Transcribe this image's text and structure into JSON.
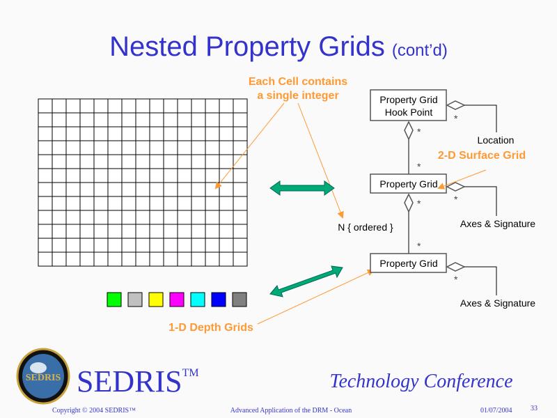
{
  "title": {
    "main": "Nested Property Grids",
    "sub": "(cont’d)"
  },
  "annotations": {
    "cell_line1": "Each Cell contains",
    "cell_line2": "a single integer",
    "surface": "2-D Surface Grid",
    "depth": "1-D Depth Grids"
  },
  "uml": {
    "hook_line1": "Property Grid",
    "hook_line2": "Hook Point",
    "grid_mid": "Property Grid",
    "grid_bottom": "Property Grid",
    "location": "Location",
    "axes1": "Axes & Signature",
    "axes2": "Axes & Signature",
    "ordered": "N { ordered }",
    "star": "*"
  },
  "depth_colors": [
    "#00ff00",
    "#c0c0c0",
    "#ffff00",
    "#ff00ff",
    "#00ffff",
    "#0000ff",
    "#808080"
  ],
  "accent": {
    "title": "#3333cc",
    "annotation": "#ff9933",
    "arrow": "#00aa77"
  },
  "footer": {
    "brand": "SEDRIS",
    "tm": "TM",
    "logo_text": "SEDRIS",
    "conference": "Technology Conference",
    "copyright": "Copyright © 2004 SEDRIS™",
    "subject": "Advanced Application of the DRM - Ocean",
    "date": "01/07/2004",
    "page": "33"
  }
}
